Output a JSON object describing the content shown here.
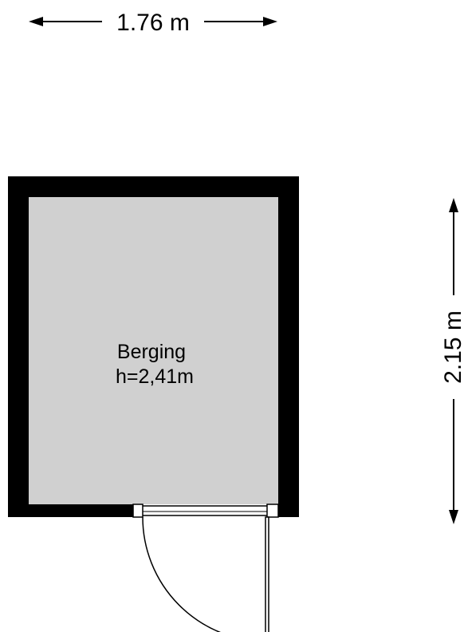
{
  "dimensions": {
    "width_label": "1.76 m",
    "height_label": "2.15 m"
  },
  "room": {
    "name": "Berging",
    "ceiling_height": "h=2,41m"
  },
  "colors": {
    "wall": "#000000",
    "floor": "#d0d0d0",
    "background": "#ffffff"
  }
}
